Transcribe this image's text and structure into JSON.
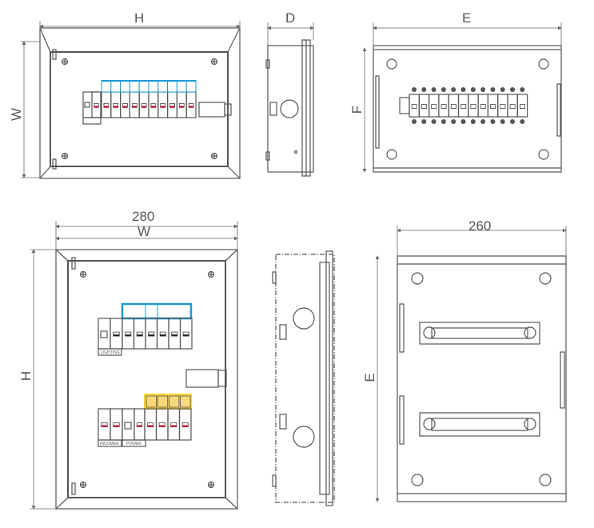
{
  "dimensions": {
    "top_front_width": "H",
    "top_front_height": "W",
    "top_side_depth": "D",
    "top_back_width": "E",
    "top_back_height": "F",
    "bottom_front_overall": "280",
    "bottom_front_width": "W",
    "bottom_front_height": "H",
    "bottom_back_width": "260",
    "bottom_back_height": "E"
  },
  "labels": {
    "lighting": "LIGHTING",
    "incomer": "INCOMER",
    "power": "POWER"
  },
  "colors": {
    "line": "#555555",
    "busbar_blue": "#1a9ad6",
    "busbar_yellow": "#f5d33a",
    "indicator_red": "#c8102e"
  }
}
